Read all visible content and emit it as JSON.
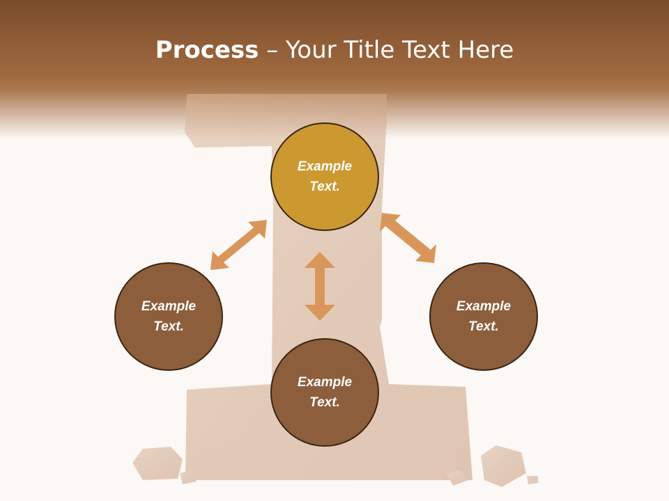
{
  "title": {
    "bold": "Process",
    "rest": " – Your Title Text Here"
  },
  "nodes": {
    "top": "Example Text.",
    "left": "Example Text.",
    "right": "Example Text.",
    "bottom": "Example Text."
  },
  "colors": {
    "header": "#8b5a34",
    "node_brown": "#8d5e3c",
    "node_gold": "#cc9930",
    "arrow": "#d9965a",
    "background": "#fbf8f5"
  }
}
